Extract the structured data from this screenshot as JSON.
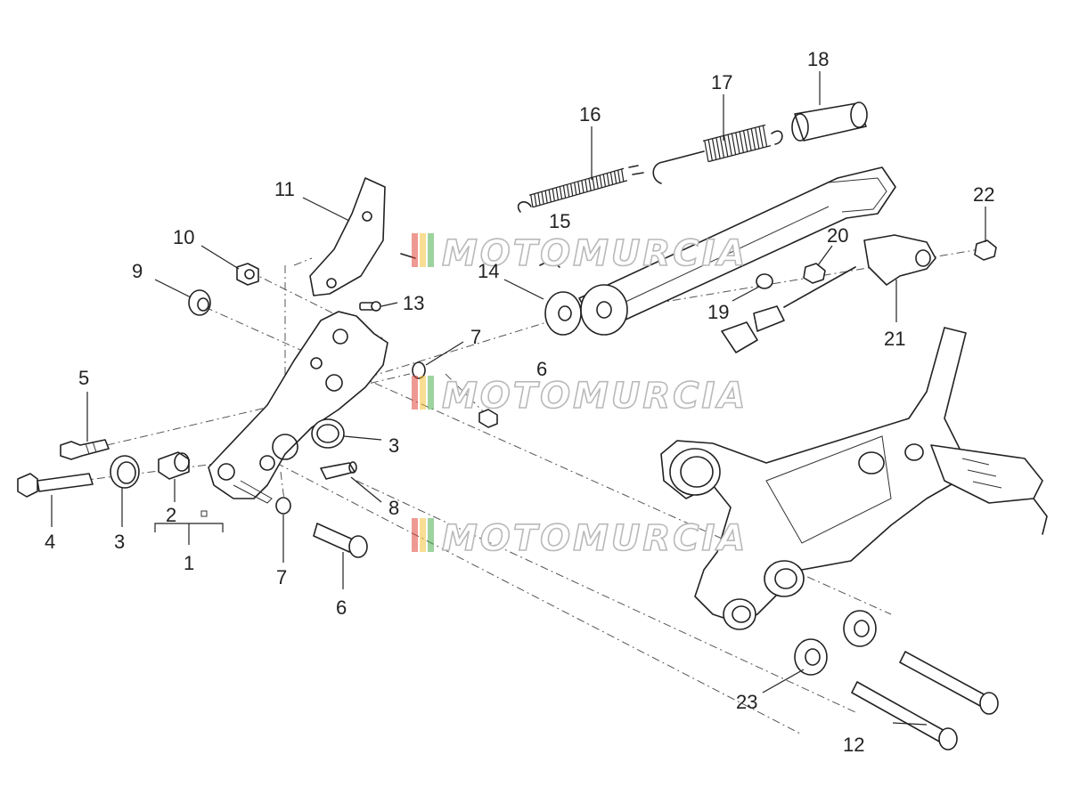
{
  "watermark": {
    "text": "MOTOMURCIA",
    "stripe_colors": [
      "#e2463a",
      "#f0c33c",
      "#4caf50"
    ]
  },
  "callouts": [
    {
      "id": "c1",
      "text": "1"
    },
    {
      "id": "c2",
      "text": "2"
    },
    {
      "id": "c3a",
      "text": "3"
    },
    {
      "id": "c3b",
      "text": "3"
    },
    {
      "id": "c4",
      "text": "4"
    },
    {
      "id": "c5",
      "text": "5"
    },
    {
      "id": "c6a",
      "text": "6"
    },
    {
      "id": "c6b",
      "text": "6"
    },
    {
      "id": "c7a",
      "text": "7"
    },
    {
      "id": "c7b",
      "text": "7"
    },
    {
      "id": "c8",
      "text": "8"
    },
    {
      "id": "c9",
      "text": "9"
    },
    {
      "id": "c10",
      "text": "10"
    },
    {
      "id": "c11",
      "text": "11"
    },
    {
      "id": "c12",
      "text": "12"
    },
    {
      "id": "c13",
      "text": "13"
    },
    {
      "id": "c14",
      "text": "14"
    },
    {
      "id": "c15",
      "text": "15"
    },
    {
      "id": "c16",
      "text": "16"
    },
    {
      "id": "c17",
      "text": "17"
    },
    {
      "id": "c18",
      "text": "18"
    },
    {
      "id": "c19",
      "text": "19"
    },
    {
      "id": "c20",
      "text": "20"
    },
    {
      "id": "c21",
      "text": "21"
    },
    {
      "id": "c22",
      "text": "22"
    },
    {
      "id": "c23",
      "text": "23"
    }
  ]
}
